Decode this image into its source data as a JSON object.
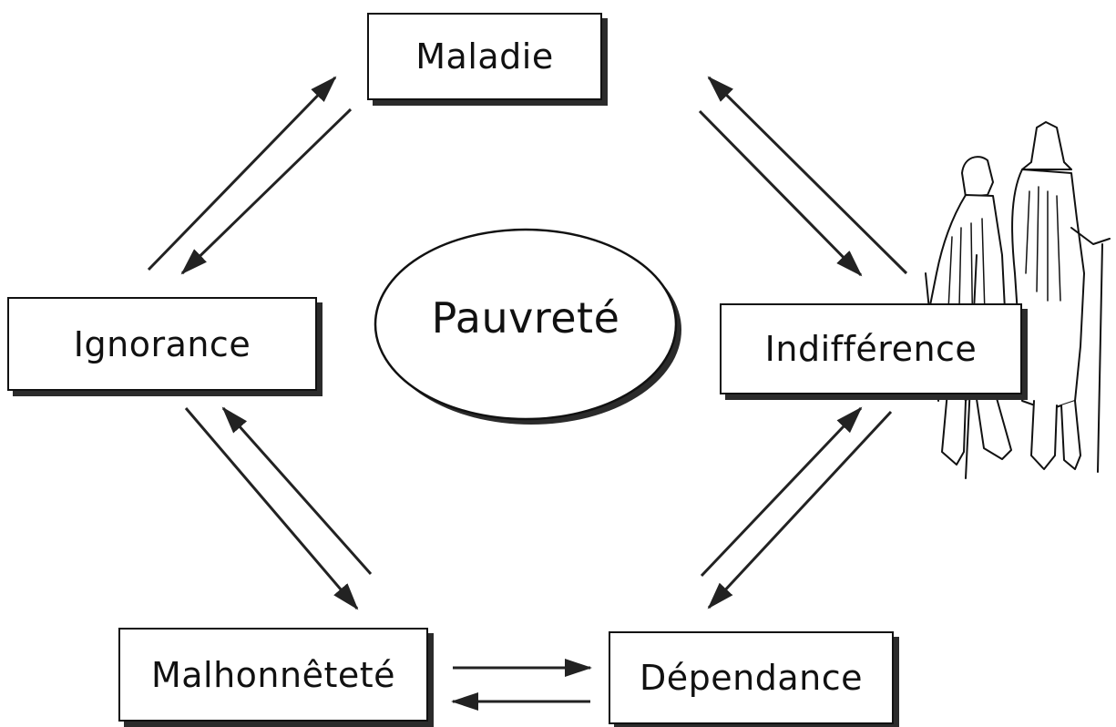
{
  "diagram": {
    "center": {
      "label": "Pauvreté"
    },
    "nodes": {
      "maladie": "Maladie",
      "ignorance": "Ignorance",
      "indifference": "Indifférence",
      "malhonnetete": "Malhonnêteté",
      "dependance": "Dépendance"
    },
    "connections": [
      {
        "from": "Ignorance",
        "to": "Maladie",
        "bidirectional": true
      },
      {
        "from": "Maladie",
        "to": "Indifférence",
        "bidirectional": true
      },
      {
        "from": "Indifférence",
        "to": "Dépendance",
        "bidirectional": true
      },
      {
        "from": "Dépendance",
        "to": "Malhonnêteté",
        "bidirectional": true
      },
      {
        "from": "Malhonnêteté",
        "to": "Ignorance",
        "bidirectional": true
      }
    ],
    "illustration": "two-beggars-with-crutches-engraving"
  }
}
